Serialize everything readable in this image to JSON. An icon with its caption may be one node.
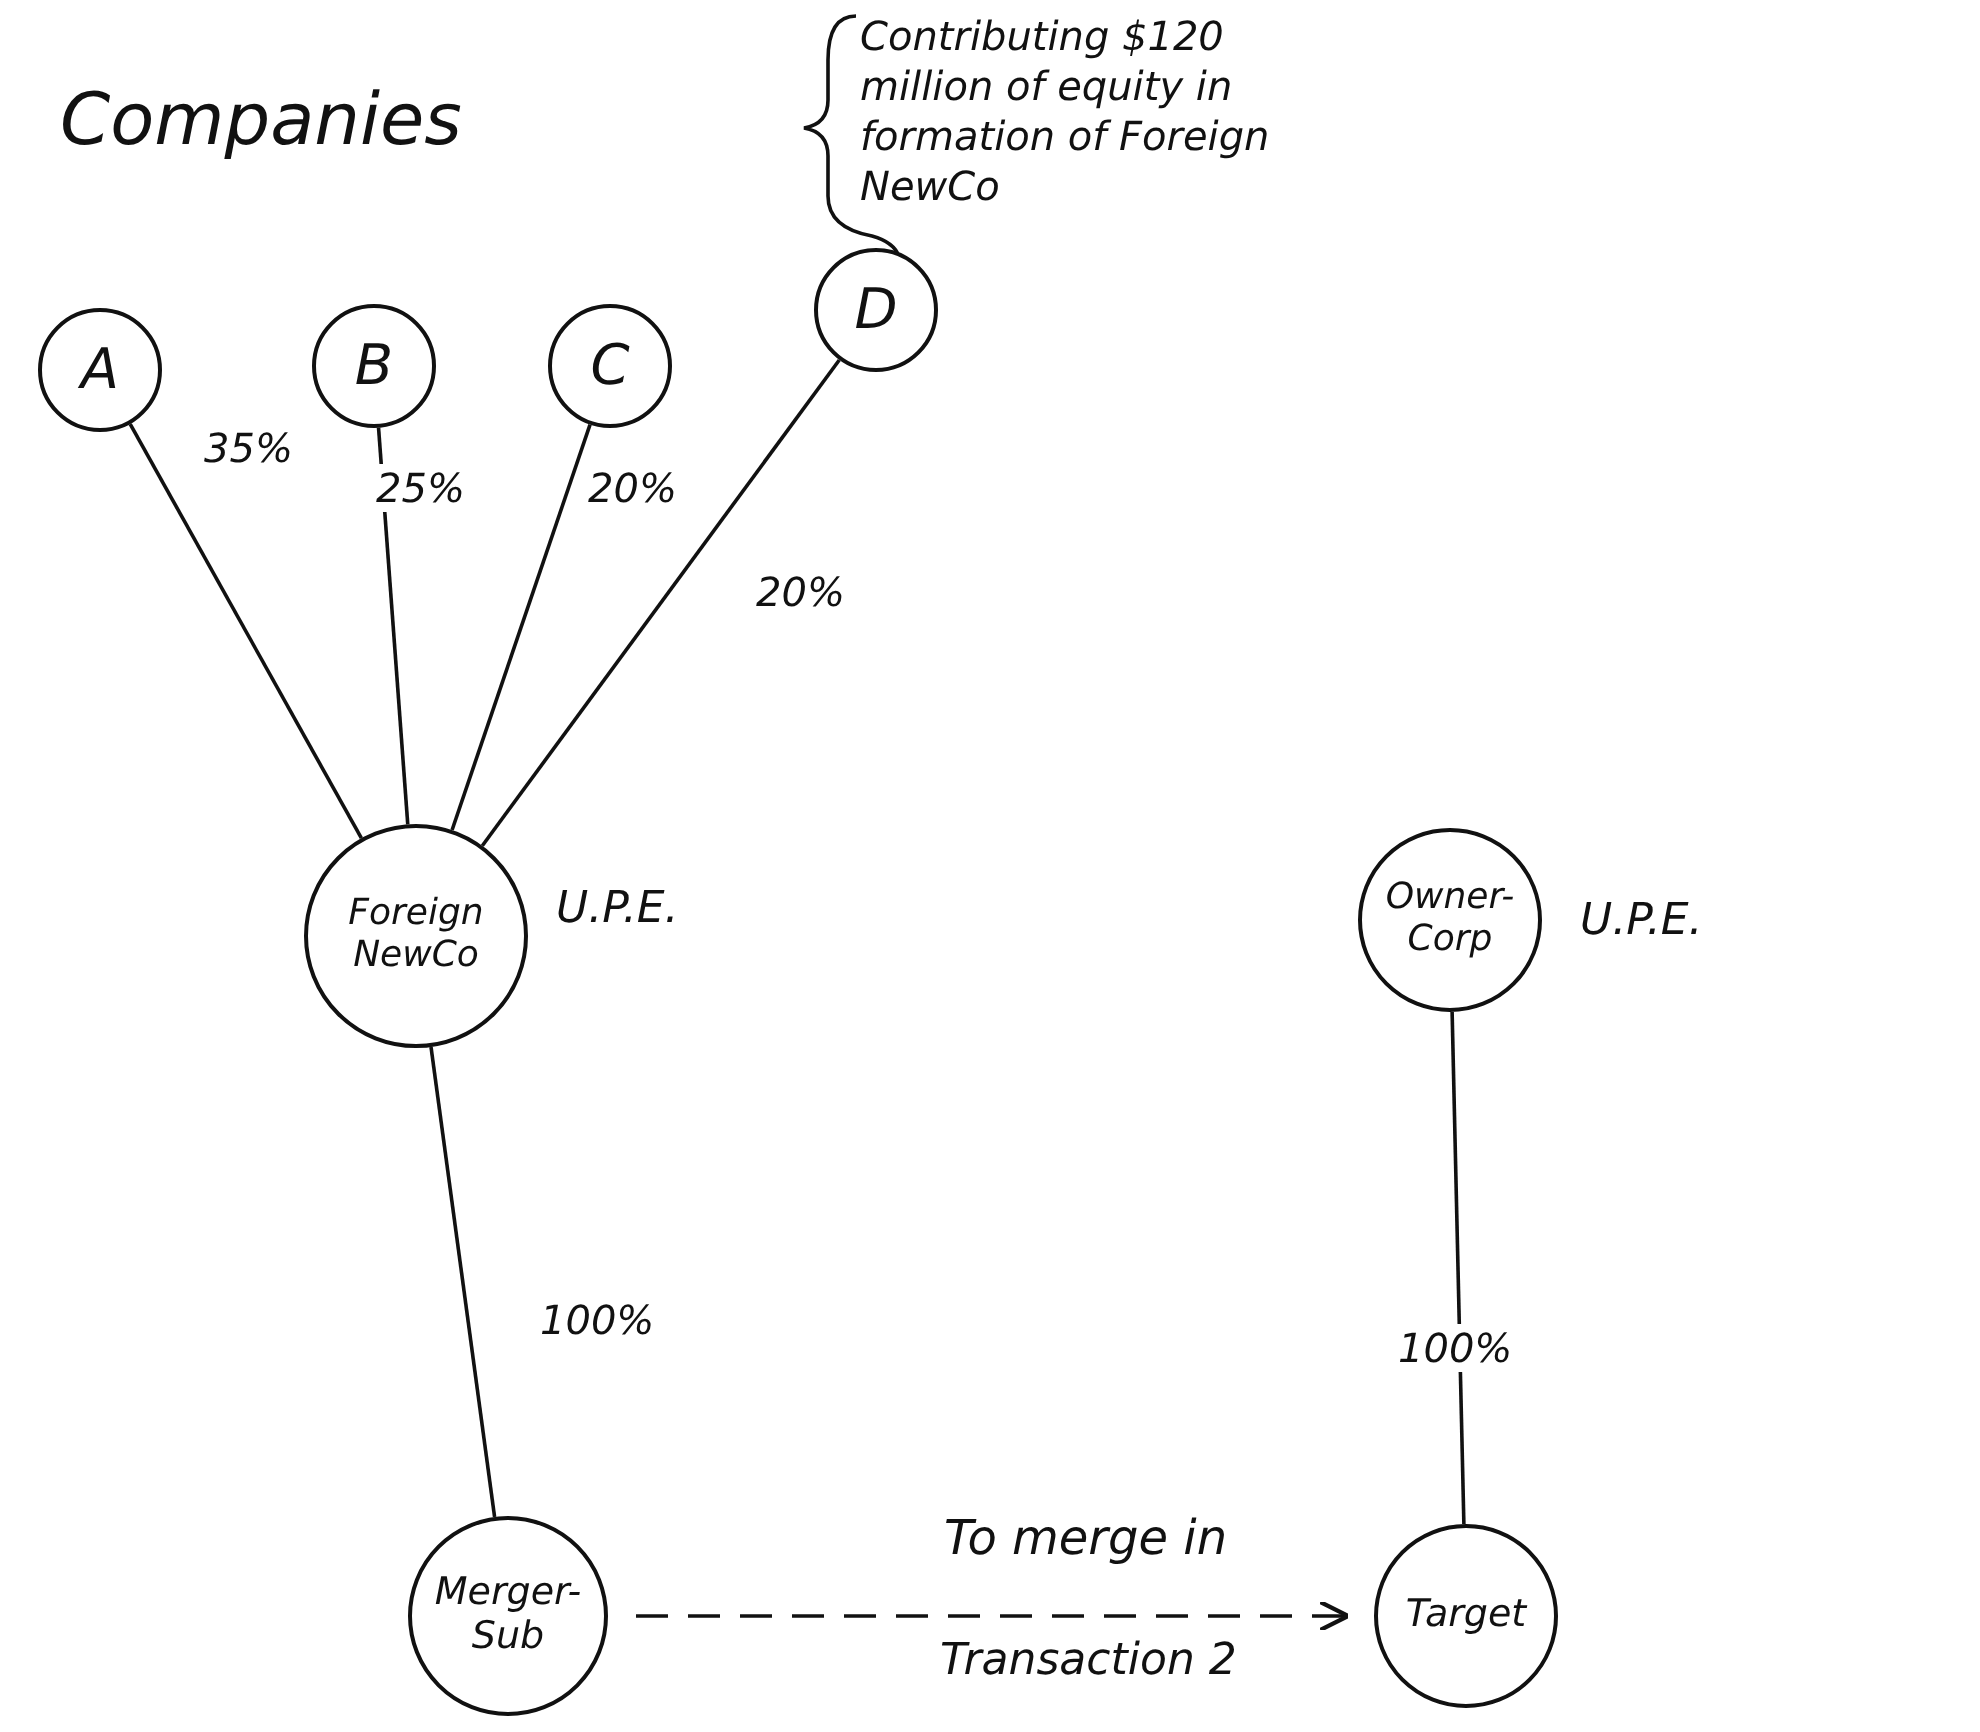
{
  "diagram": {
    "nodes": [
      {
        "text": [
          "A"
        ]
      },
      {
        "text": [
          "B"
        ]
      },
      {
        "text": [
          "C"
        ]
      },
      {
        "text": [
          "D"
        ]
      },
      {
        "text": [
          "Foreign NewCo"
        ],
        "beside": [
          "U.P.E."
        ]
      },
      {
        "text": [
          "Owner-Corp"
        ],
        "beside": [
          "U.P.E."
        ]
      },
      {
        "text": [
          "Merger-Sub"
        ]
      },
      {
        "text": [
          "Target"
        ]
      }
    ],
    "edges": [
      {
        "from": 0,
        "to": 4,
        "arrow": "none",
        "label": "35%"
      },
      {
        "from": 1,
        "to": 4,
        "arrow": "none",
        "label": "25%"
      },
      {
        "from": 2,
        "to": 4,
        "arrow": "none",
        "label": "20%"
      },
      {
        "from": 3,
        "to": 4,
        "arrow": "none",
        "label": "20%"
      },
      {
        "from": 4,
        "to": 6,
        "arrow": "none",
        "label": "100%"
      },
      {
        "from": 5,
        "to": 7,
        "arrow": "none",
        "label": "100%"
      },
      {
        "from": 6,
        "to": 7,
        "arrow": "to",
        "style": "dashed",
        "label": "To merge in"
      }
    ],
    "labels": [
      "Companies",
      "Contributing $120 million of equity in formation of Foreign NewCo",
      "Transaction 2"
    ]
  }
}
